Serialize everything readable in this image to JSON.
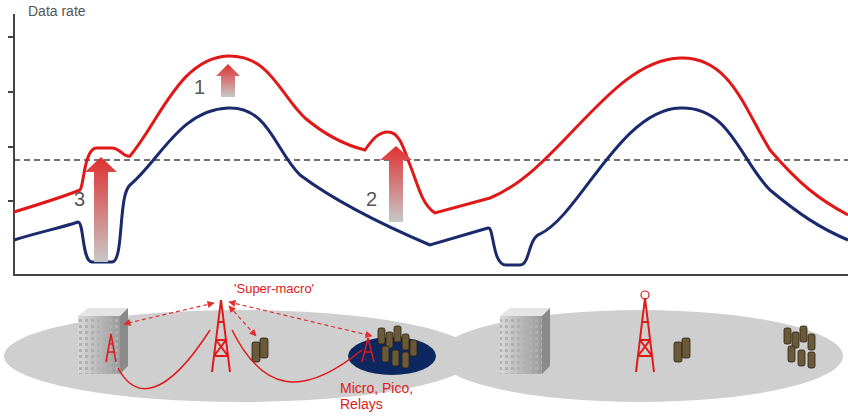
{
  "diagram": {
    "labels": [
      "Data rate",
      "1",
      "3",
      "2",
      "'Super-macro'",
      "Micro, Pico, Relays"
    ]
  }
}
